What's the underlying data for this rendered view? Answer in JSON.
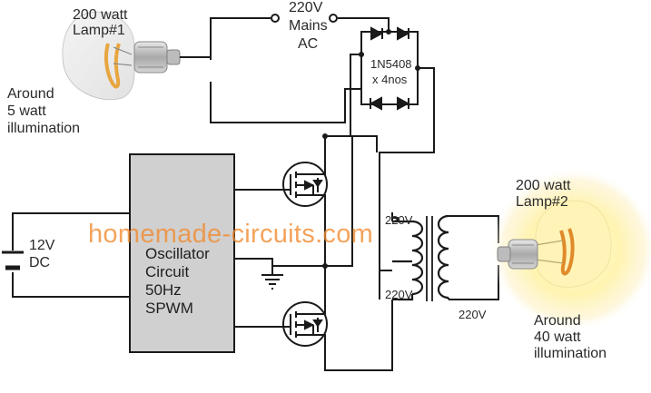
{
  "lamp1": {
    "title_line1": "200 watt",
    "title_line2": "Lamp#1",
    "note_line1": "Around",
    "note_line2": "5 watt",
    "note_line3": "illumination"
  },
  "mains": {
    "line1": "220V",
    "line2": "Mains",
    "line3": "AC"
  },
  "bridge": {
    "line1": "1N5408",
    "line2": "x 4nos"
  },
  "battery": {
    "line1": "12V",
    "line2": "DC"
  },
  "oscillator": {
    "line1": "Oscillator",
    "line2": "Circuit",
    "line3": "50Hz",
    "line4": "SPWM"
  },
  "transformer": {
    "upper": "220V",
    "lower": "220V",
    "secondary": "220V"
  },
  "lamp2": {
    "title_line1": "200 watt",
    "title_line2": "Lamp#2",
    "note_line1": "Around",
    "note_line2": "40 watt",
    "note_line3": "illumination"
  },
  "watermark": "homemade-circuits.com",
  "colors": {
    "wire": "#1a1a1a",
    "oscillator_fill": "#d0d0d0",
    "watermark": "#f28a2e",
    "lamp2_glow": "#fff4b0"
  }
}
